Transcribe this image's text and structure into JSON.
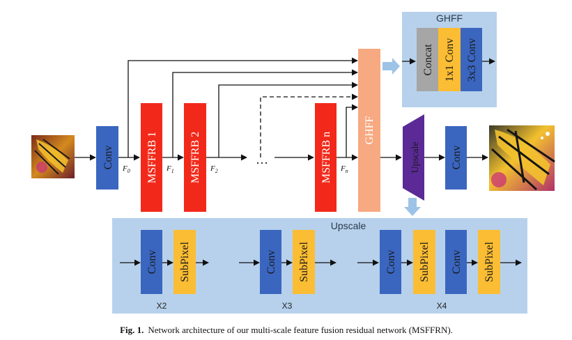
{
  "blocks": {
    "conv": "Conv",
    "msffrb1": "MSFFRB 1",
    "msffrb2": "MSFFRB 2",
    "msffrbn": "MSFFRB n",
    "ghff": "GHFF",
    "upscale": "Upscale",
    "conv_out": "Conv"
  },
  "features": {
    "f0_main": "F",
    "f0_sub": "0",
    "f1_main": "F",
    "f1_sub": "1",
    "f2_main": "F",
    "f2_sub": "2",
    "fn_main": "F",
    "fn_sub": "n"
  },
  "ellipsis": "···",
  "ghff_panel": {
    "title": "GHFF",
    "concat": "Concat",
    "conv1x1": "1x1 Conv",
    "conv3x3": "3x3 Conv"
  },
  "upscale_panel": {
    "title": "Upscale",
    "conv": "Conv",
    "subpixel": "SubPixel",
    "x2": "X2",
    "x3": "X3",
    "x4": "X4"
  },
  "caption": {
    "label": "Fig. 1.",
    "text": "Network architecture of our multi-scale feature fusion residual network (MSFFRN)."
  },
  "colors": {
    "conv_blue": "#3a66c0",
    "msffrb_red": "#f2291a",
    "ghff_orange": "#f7a981",
    "upscale_purple": "#5b2a96",
    "panel_bg": "#b7d1ec",
    "concat_gray": "#a6a6a6",
    "subpixel_yellow": "#fbbd33",
    "hint_arrow": "#9dc3e6"
  }
}
